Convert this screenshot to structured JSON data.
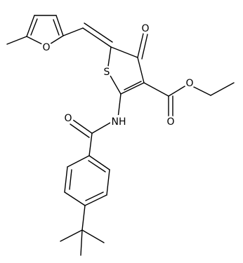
{
  "atoms": {
    "o_furan": "O",
    "s_ring": "S",
    "o_ketone": "O",
    "o_amide": "O",
    "nh_amide": "NH",
    "o_ester_carbonyl": "O",
    "o_ester_ether": "O"
  },
  "colors": {
    "bond": "#000000",
    "label": "#000000",
    "background": "#ffffff"
  }
}
